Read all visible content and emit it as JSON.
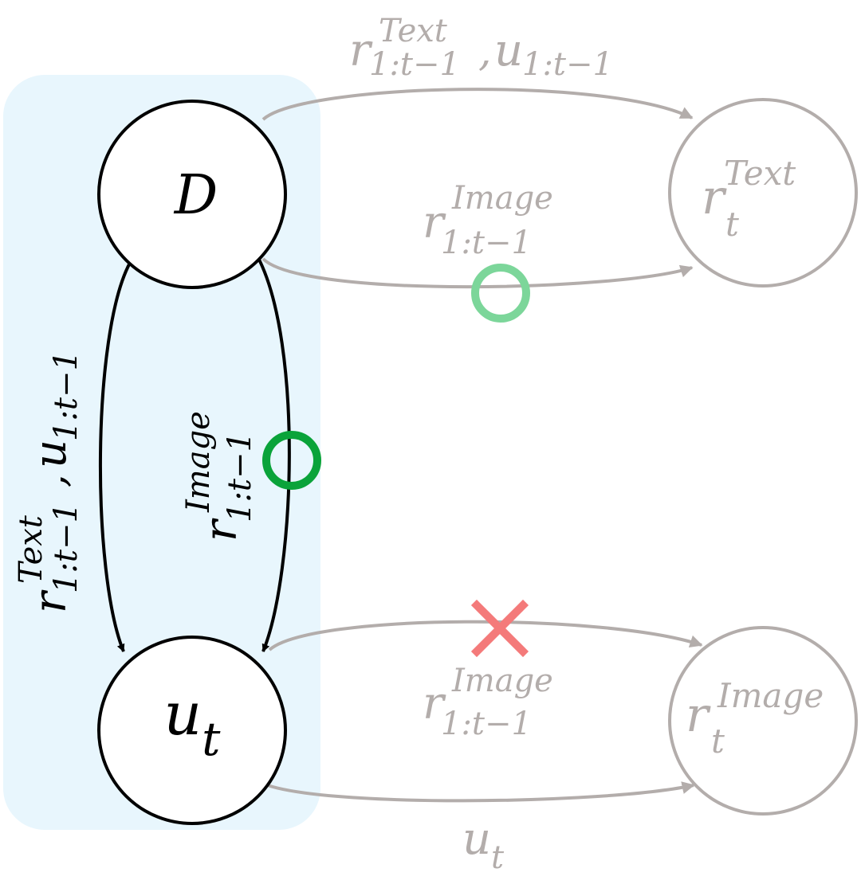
{
  "nodes": {
    "D": {
      "symbol": "D"
    },
    "u_t": {
      "base": "u",
      "sub": "t"
    },
    "r_text": {
      "base": "r",
      "sub": "t",
      "sup": "Text"
    },
    "r_image": {
      "base": "r",
      "sub": "t",
      "sup": "Image"
    }
  },
  "edge_labels": {
    "history_text": {
      "base": "r",
      "sup": "Text",
      "sub": "1:t−1",
      "sep": ",",
      "base2": "u",
      "sub2": "1:t−1"
    },
    "history_image": {
      "base": "r",
      "sup": "Image",
      "sub": "1:t−1"
    },
    "current_user": {
      "base": "u",
      "sub": "t"
    }
  },
  "markers": {
    "allowed": {
      "symbol": "circle",
      "color": "#0aa33a"
    },
    "allowed_faded": {
      "symbol": "circle",
      "color": "#7cd69a"
    },
    "blocked": {
      "symbol": "cross",
      "color": "#f47a7a"
    }
  },
  "colors": {
    "highlight_box": "#e8f6fd",
    "active": "#000000",
    "inactive": "#b3adab"
  }
}
